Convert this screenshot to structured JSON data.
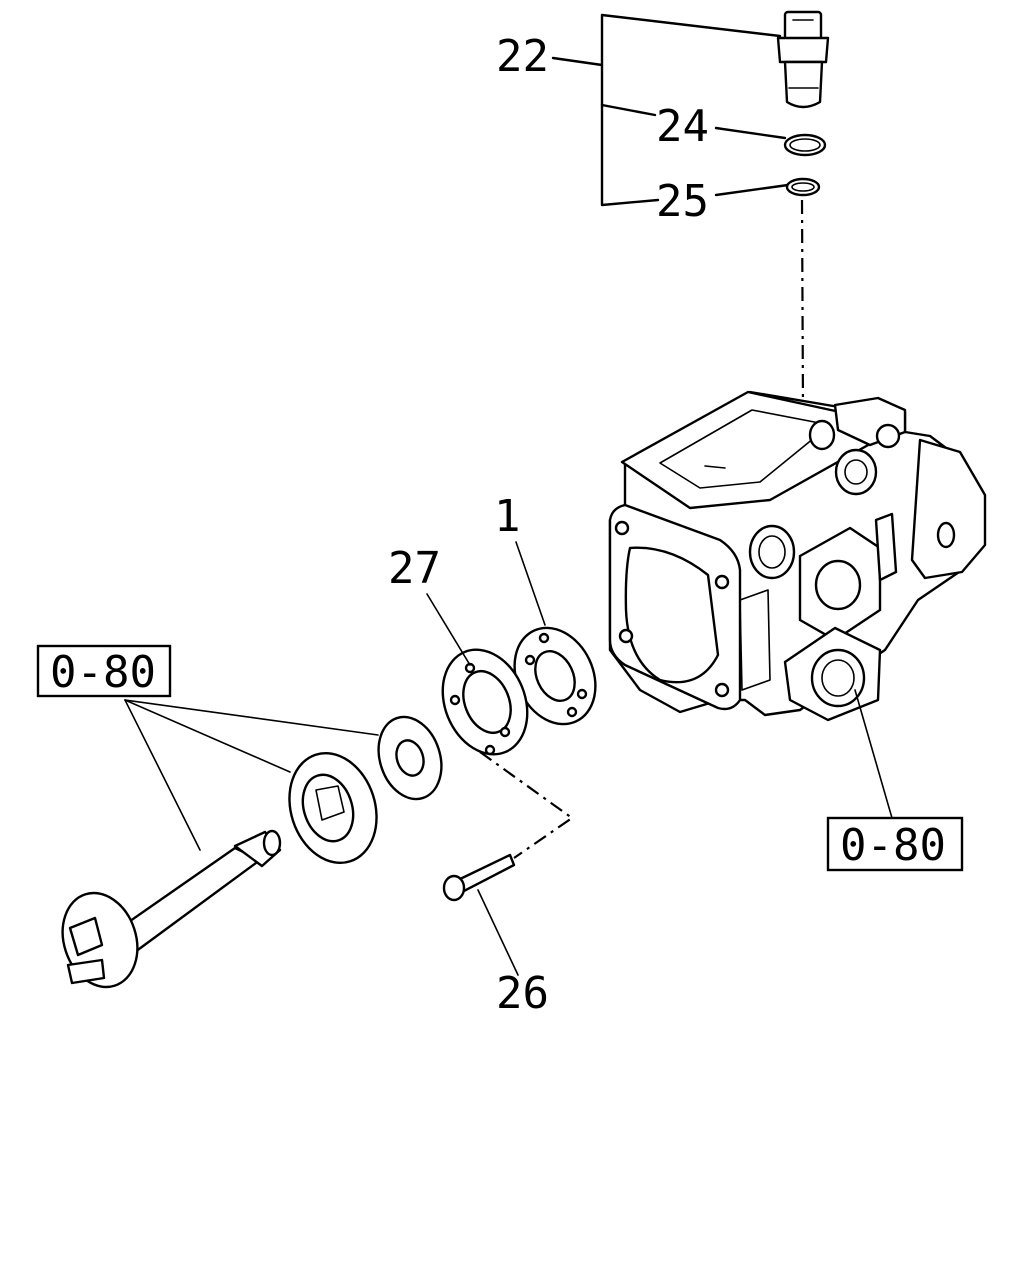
{
  "callouts": {
    "c22": "22",
    "c24": "24",
    "c25": "25",
    "c1": "1",
    "c27": "27",
    "c26": "26"
  },
  "references": {
    "left": "0-80",
    "right": "0-80"
  }
}
